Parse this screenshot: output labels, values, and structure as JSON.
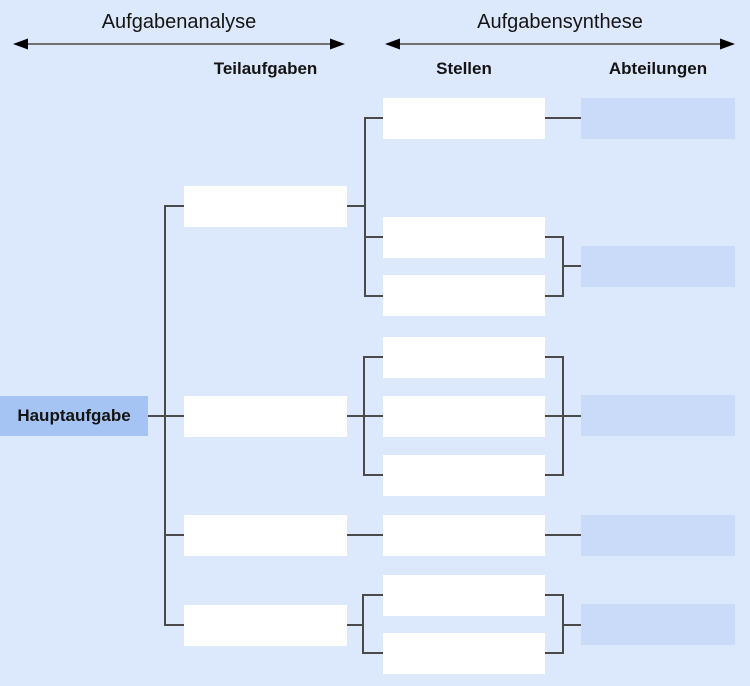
{
  "phases": {
    "analysis_label": "Aufgabenanalyse",
    "synthesis_label": "Aufgabensynthese"
  },
  "column_headers": {
    "teilaufgaben": "Teilaufgaben",
    "stellen": "Stellen",
    "abteilungen": "Abteilungen"
  },
  "nodes": {
    "hauptaufgabe_label": "Hauptaufgabe"
  },
  "structure": {
    "type": "tree-diagram",
    "teilaufgaben_count": 4,
    "stellen_count": 9,
    "abteilungen_count": 5,
    "hauptaufgabe_to_teilaufgaben": [
      1,
      2,
      3,
      4
    ],
    "teilaufgaben_to_stellen": [
      [
        1,
        2,
        3
      ],
      [
        4,
        5,
        6
      ],
      [
        7
      ],
      [
        8,
        9
      ]
    ],
    "stellen_to_abteilungen": [
      [
        1
      ],
      [
        2,
        3
      ],
      [
        4,
        5,
        6
      ],
      [
        7
      ],
      [
        8,
        9
      ]
    ],
    "box_labels": ""
  },
  "colors": {
    "canvas_bg": "#dce8fb",
    "box_fill": "#ffffff",
    "abteilung_fill": "#c9dbf9",
    "hauptaufgabe_fill": "#a5c4f4",
    "connector": "#4a4a4a",
    "arrow_shaft": "#707070",
    "arrow_head": "#000000",
    "text": "#141414"
  }
}
